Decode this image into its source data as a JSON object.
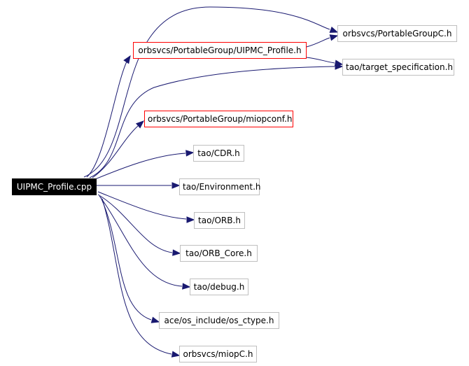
{
  "graph": {
    "root": "UIPMC_Profile.cpp",
    "nodes": {
      "portablegroupc": "orbsvcs/PortableGroupC.h",
      "uipmc_profile_h": "orbsvcs/PortableGroup/UIPMC_Profile.h",
      "target_spec": "tao/target_specification.h",
      "miopconf": "orbsvcs/PortableGroup/miopconf.h",
      "cdr": "tao/CDR.h",
      "environment": "tao/Environment.h",
      "orb": "tao/ORB.h",
      "orb_core": "tao/ORB_Core.h",
      "debug": "tao/debug.h",
      "os_ctype": "ace/os_include/os_ctype.h",
      "miopc": "orbsvcs/miopC.h"
    },
    "highlighted": [
      "uipmc_profile_h",
      "miopconf"
    ],
    "edges": [
      [
        "root",
        "portablegroupc"
      ],
      [
        "root",
        "uipmc_profile_h"
      ],
      [
        "root",
        "target_spec"
      ],
      [
        "root",
        "miopconf"
      ],
      [
        "root",
        "cdr"
      ],
      [
        "root",
        "environment"
      ],
      [
        "root",
        "orb"
      ],
      [
        "root",
        "orb_core"
      ],
      [
        "root",
        "debug"
      ],
      [
        "root",
        "os_ctype"
      ],
      [
        "root",
        "miopc"
      ],
      [
        "uipmc_profile_h",
        "portablegroupc"
      ],
      [
        "uipmc_profile_h",
        "target_spec"
      ]
    ],
    "colors": {
      "edge": "#191970",
      "node_border": "#bfbfbf",
      "highlight_border": "#ff0000",
      "root_fill": "#000000",
      "root_text": "#ffffff"
    }
  }
}
